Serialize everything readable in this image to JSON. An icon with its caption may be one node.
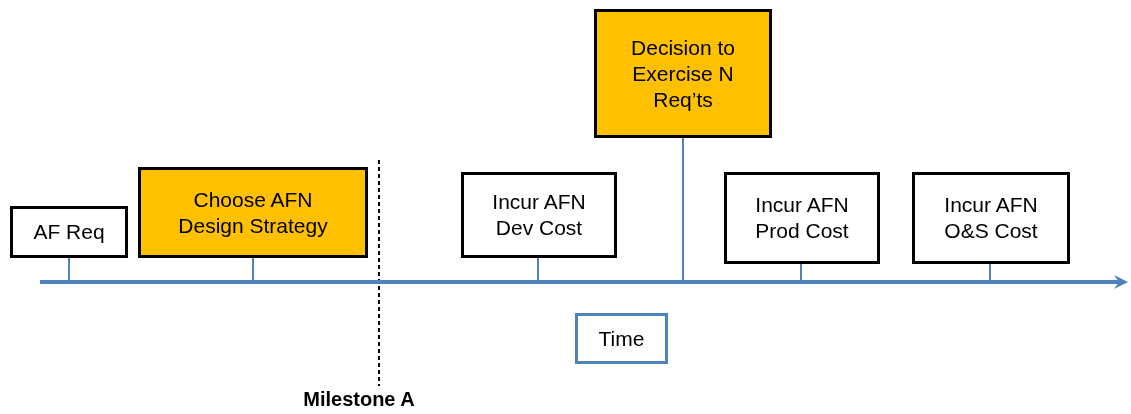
{
  "diagram": {
    "nodes": [
      {
        "text": [
          "AF Req"
        ]
      },
      {
        "text": [
          "Choose AFN Design Strategy"
        ]
      },
      {
        "text": [
          "Incur AFN Dev Cost"
        ]
      },
      {
        "text": [
          "Decision to Exercise N Req’ts"
        ]
      },
      {
        "text": [
          "Incur AFN Prod Cost"
        ]
      },
      {
        "text": [
          "Incur AFN O&S Cost"
        ]
      },
      {
        "text": [],
        "shape": "line"
      },
      {
        "text": [
          "Time"
        ]
      }
    ],
    "edges": [
      {
        "from": 0,
        "to": 6,
        "arrow": "none"
      },
      {
        "from": 1,
        "to": 6,
        "arrow": "none"
      },
      {
        "from": 2,
        "to": 6,
        "arrow": "none"
      },
      {
        "from": 3,
        "to": 6,
        "arrow": "none"
      },
      {
        "from": 4,
        "to": 6,
        "arrow": "none"
      },
      {
        "from": 5,
        "to": 6,
        "arrow": "none"
      }
    ],
    "labels": [
      "Milestone A"
    ]
  }
}
